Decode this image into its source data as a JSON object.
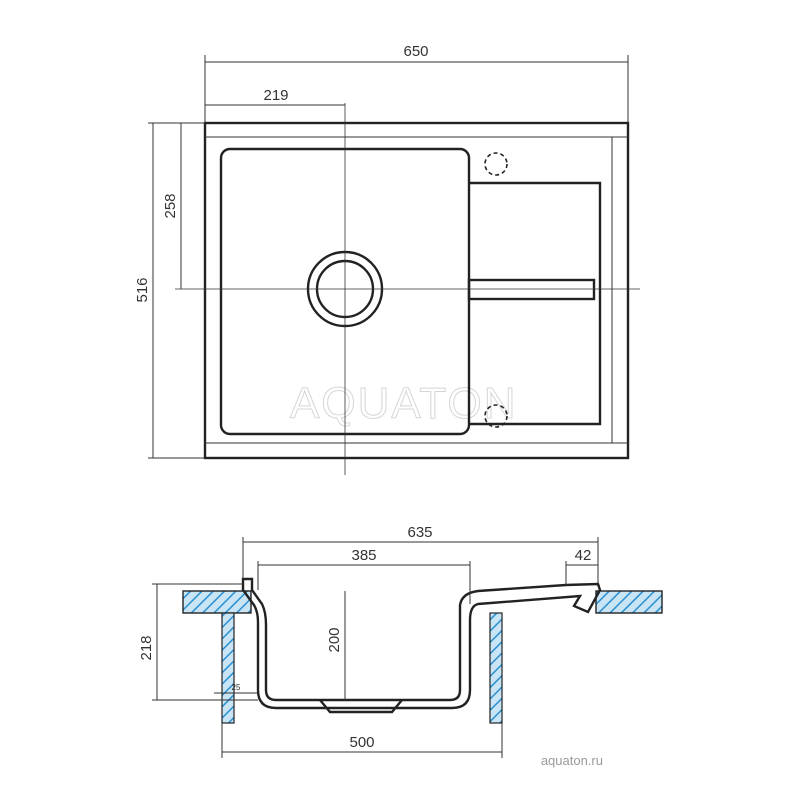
{
  "brand": {
    "watermark": "AQUATON",
    "website": "aquaton.ru"
  },
  "top_view": {
    "width_label": "650",
    "bowl_offset_label": "219",
    "height_label": "516",
    "drain_offset_label": "258"
  },
  "side_view": {
    "overall_width_label": "635",
    "bowl_width_label": "385",
    "rim_label": "42",
    "total_depth_label": "218",
    "bowl_depth_label": "200",
    "cabinet_width_label": "500",
    "gap_label": "25"
  },
  "colors": {
    "line": "#222222",
    "hatch": "#2a8fd0",
    "countertop_fill": "#c8e4f5"
  }
}
